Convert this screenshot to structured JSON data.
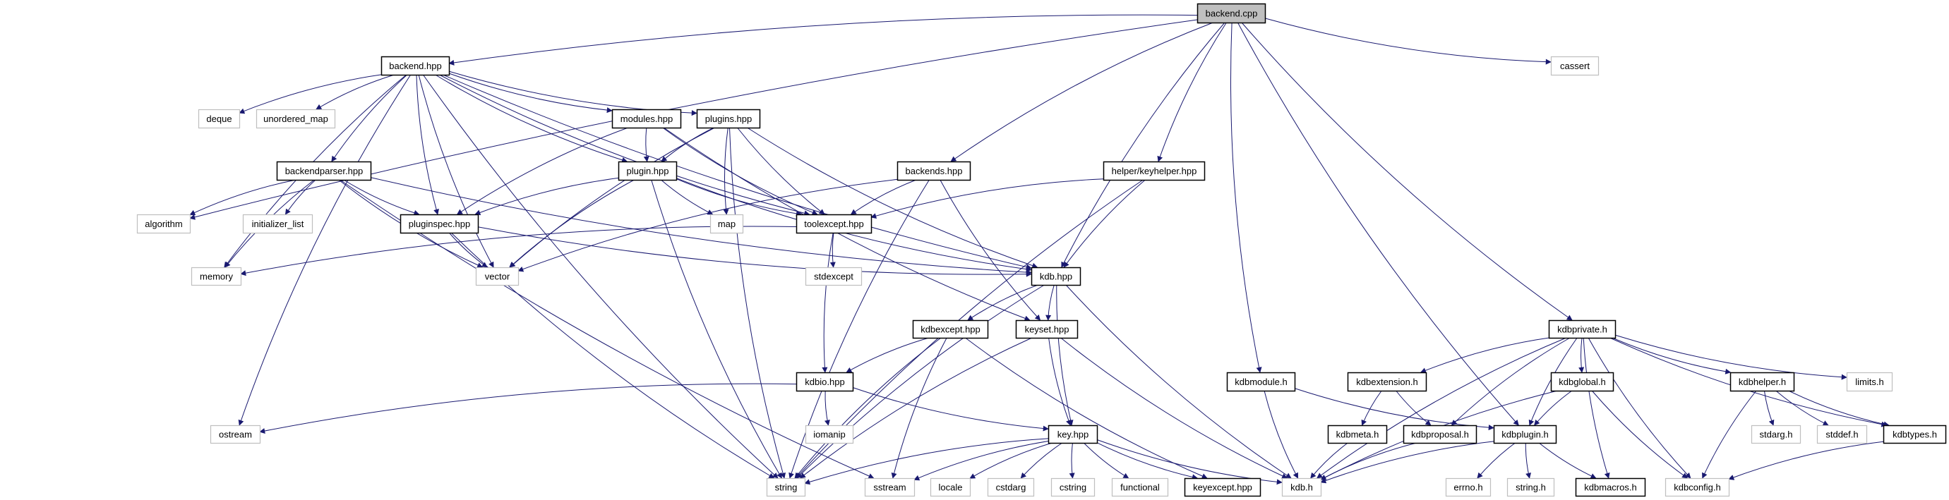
{
  "title": "backend.cpp include dependency graph",
  "colors": {
    "edge": "#191970",
    "root_fill": "#bfbfbf",
    "root_stroke": "#000000",
    "documented_stroke": "#000000",
    "undocumented_stroke": "#bfbfbf",
    "node_fill": "#ffffff",
    "text": "#000000"
  },
  "nodes": [
    {
      "id": "backend_cpp",
      "label": "backend.cpp",
      "kind": "root"
    },
    {
      "id": "backend_hpp",
      "label": "backend.hpp",
      "kind": "documented"
    },
    {
      "id": "cassert",
      "label": "cassert",
      "kind": "external"
    },
    {
      "id": "deque",
      "label": "deque",
      "kind": "external"
    },
    {
      "id": "unordered_map",
      "label": "unordered_map",
      "kind": "external"
    },
    {
      "id": "modules_hpp",
      "label": "modules.hpp",
      "kind": "documented"
    },
    {
      "id": "plugins_hpp",
      "label": "plugins.hpp",
      "kind": "documented"
    },
    {
      "id": "backendparser_hpp",
      "label": "backendparser.hpp",
      "kind": "documented"
    },
    {
      "id": "plugin_hpp",
      "label": "plugin.hpp",
      "kind": "documented"
    },
    {
      "id": "backends_hpp",
      "label": "backends.hpp",
      "kind": "documented"
    },
    {
      "id": "keyhelper_hpp",
      "label": "helper/keyhelper.hpp",
      "kind": "documented"
    },
    {
      "id": "algorithm",
      "label": "algorithm",
      "kind": "external"
    },
    {
      "id": "initializer_list",
      "label": "initializer_list",
      "kind": "external"
    },
    {
      "id": "pluginspec_hpp",
      "label": "pluginspec.hpp",
      "kind": "documented"
    },
    {
      "id": "map",
      "label": "map",
      "kind": "external"
    },
    {
      "id": "toolexcept_hpp",
      "label": "toolexcept.hpp",
      "kind": "documented"
    },
    {
      "id": "memory",
      "label": "memory",
      "kind": "external"
    },
    {
      "id": "vector",
      "label": "vector",
      "kind": "external"
    },
    {
      "id": "stdexcept",
      "label": "stdexcept",
      "kind": "external"
    },
    {
      "id": "kdb_hpp",
      "label": "kdb.hpp",
      "kind": "documented"
    },
    {
      "id": "kdbexcept_hpp",
      "label": "kdbexcept.hpp",
      "kind": "documented"
    },
    {
      "id": "keyset_hpp",
      "label": "keyset.hpp",
      "kind": "documented"
    },
    {
      "id": "kdbprivate_h",
      "label": "kdbprivate.h",
      "kind": "documented"
    },
    {
      "id": "kdbio_hpp",
      "label": "kdbio.hpp",
      "kind": "documented"
    },
    {
      "id": "kdbmodule_h",
      "label": "kdbmodule.h",
      "kind": "documented"
    },
    {
      "id": "kdbextension_h",
      "label": "kdbextension.h",
      "kind": "documented"
    },
    {
      "id": "kdbglobal_h",
      "label": "kdbglobal.h",
      "kind": "documented"
    },
    {
      "id": "kdbhelper_h",
      "label": "kdbhelper.h",
      "kind": "documented"
    },
    {
      "id": "limits_h",
      "label": "limits.h",
      "kind": "external"
    },
    {
      "id": "ostream",
      "label": "ostream",
      "kind": "external"
    },
    {
      "id": "iomanip",
      "label": "iomanip",
      "kind": "external"
    },
    {
      "id": "key_hpp",
      "label": "key.hpp",
      "kind": "documented"
    },
    {
      "id": "kdbmeta_h",
      "label": "kdbmeta.h",
      "kind": "documented"
    },
    {
      "id": "kdbproposal_h",
      "label": "kdbproposal.h",
      "kind": "documented"
    },
    {
      "id": "kdbplugin_h",
      "label": "kdbplugin.h",
      "kind": "documented"
    },
    {
      "id": "stdarg_h",
      "label": "stdarg.h",
      "kind": "external"
    },
    {
      "id": "stddef_h",
      "label": "stddef.h",
      "kind": "external"
    },
    {
      "id": "kdbtypes_h",
      "label": "kdbtypes.h",
      "kind": "documented"
    },
    {
      "id": "string",
      "label": "string",
      "kind": "external"
    },
    {
      "id": "sstream",
      "label": "sstream",
      "kind": "external"
    },
    {
      "id": "locale",
      "label": "locale",
      "kind": "external"
    },
    {
      "id": "cstdarg",
      "label": "cstdarg",
      "kind": "external"
    },
    {
      "id": "cstring",
      "label": "cstring",
      "kind": "external"
    },
    {
      "id": "functional",
      "label": "functional",
      "kind": "external"
    },
    {
      "id": "keyexcept_hpp",
      "label": "keyexcept.hpp",
      "kind": "documented"
    },
    {
      "id": "kdb_h",
      "label": "kdb.h",
      "kind": "external"
    },
    {
      "id": "errno_h",
      "label": "errno.h",
      "kind": "external"
    },
    {
      "id": "string_h",
      "label": "string.h",
      "kind": "external"
    },
    {
      "id": "kdbmacros_h",
      "label": "kdbmacros.h",
      "kind": "documented"
    },
    {
      "id": "kdbconfig_h",
      "label": "kdbconfig.h",
      "kind": "external"
    }
  ],
  "edges": [
    [
      "backend_cpp",
      "backend_hpp"
    ],
    [
      "backend_cpp",
      "cassert"
    ],
    [
      "backend_cpp",
      "algorithm"
    ],
    [
      "backend_cpp",
      "backends_hpp"
    ],
    [
      "backend_cpp",
      "keyhelper_hpp"
    ],
    [
      "backend_cpp",
      "kdb_hpp"
    ],
    [
      "backend_cpp",
      "kdbmodule_h"
    ],
    [
      "backend_cpp",
      "kdbplugin_h"
    ],
    [
      "backend_cpp",
      "kdbprivate_h"
    ],
    [
      "backend_hpp",
      "deque"
    ],
    [
      "backend_hpp",
      "unordered_map"
    ],
    [
      "backend_hpp",
      "modules_hpp"
    ],
    [
      "backend_hpp",
      "plugins_hpp"
    ],
    [
      "backend_hpp",
      "backendparser_hpp"
    ],
    [
      "backend_hpp",
      "plugin_hpp"
    ],
    [
      "backend_hpp",
      "pluginspec_hpp"
    ],
    [
      "backend_hpp",
      "toolexcept_hpp"
    ],
    [
      "backend_hpp",
      "kdb_hpp"
    ],
    [
      "backend_hpp",
      "memory"
    ],
    [
      "backend_hpp",
      "vector"
    ],
    [
      "backend_hpp",
      "ostream"
    ],
    [
      "backend_hpp",
      "string"
    ],
    [
      "backendparser_hpp",
      "algorithm"
    ],
    [
      "backendparser_hpp",
      "initializer_list"
    ],
    [
      "backendparser_hpp",
      "pluginspec_hpp"
    ],
    [
      "backendparser_hpp",
      "memory"
    ],
    [
      "backendparser_hpp",
      "vector"
    ],
    [
      "backendparser_hpp",
      "kdb_hpp"
    ],
    [
      "backendparser_hpp",
      "sstream"
    ],
    [
      "modules_hpp",
      "plugin_hpp"
    ],
    [
      "modules_hpp",
      "pluginspec_hpp"
    ],
    [
      "modules_hpp",
      "toolexcept_hpp"
    ],
    [
      "modules_hpp",
      "keyset_hpp"
    ],
    [
      "plugins_hpp",
      "plugin_hpp"
    ],
    [
      "plugins_hpp",
      "map"
    ],
    [
      "plugins_hpp",
      "toolexcept_hpp"
    ],
    [
      "plugins_hpp",
      "vector"
    ],
    [
      "plugins_hpp",
      "string"
    ],
    [
      "plugins_hpp",
      "kdb_hpp"
    ],
    [
      "plugin_hpp",
      "pluginspec_hpp"
    ],
    [
      "plugin_hpp",
      "map"
    ],
    [
      "plugin_hpp",
      "toolexcept_hpp"
    ],
    [
      "plugin_hpp",
      "vector"
    ],
    [
      "plugin_hpp",
      "string"
    ],
    [
      "plugin_hpp",
      "kdb_hpp"
    ],
    [
      "pluginspec_hpp",
      "vector"
    ],
    [
      "pluginspec_hpp",
      "string"
    ],
    [
      "pluginspec_hpp",
      "kdb_hpp"
    ],
    [
      "backends_hpp",
      "toolexcept_hpp"
    ],
    [
      "backends_hpp",
      "vector"
    ],
    [
      "backends_hpp",
      "string"
    ],
    [
      "backends_hpp",
      "keyset_hpp"
    ],
    [
      "keyhelper_hpp",
      "toolexcept_hpp"
    ],
    [
      "keyhelper_hpp",
      "kdb_hpp"
    ],
    [
      "keyhelper_hpp",
      "string"
    ],
    [
      "toolexcept_hpp",
      "memory"
    ],
    [
      "toolexcept_hpp",
      "stdexcept"
    ],
    [
      "toolexcept_hpp",
      "kdbio_hpp"
    ],
    [
      "kdb_hpp",
      "kdbexcept_hpp"
    ],
    [
      "kdb_hpp",
      "keyset_hpp"
    ],
    [
      "kdb_hpp",
      "key_hpp"
    ],
    [
      "kdb_hpp",
      "string"
    ],
    [
      "kdb_hpp",
      "kdb_h"
    ],
    [
      "kdbexcept_hpp",
      "kdbio_hpp"
    ],
    [
      "kdbexcept_hpp",
      "string"
    ],
    [
      "kdbexcept_hpp",
      "sstream"
    ],
    [
      "kdbexcept_hpp",
      "keyexcept_hpp"
    ],
    [
      "keyset_hpp",
      "key_hpp"
    ],
    [
      "keyset_hpp",
      "string"
    ],
    [
      "keyset_hpp",
      "kdb_h"
    ],
    [
      "kdbio_hpp",
      "ostream"
    ],
    [
      "kdbio_hpp",
      "iomanip"
    ],
    [
      "kdbio_hpp",
      "key_hpp"
    ],
    [
      "key_hpp",
      "string"
    ],
    [
      "key_hpp",
      "sstream"
    ],
    [
      "key_hpp",
      "locale"
    ],
    [
      "key_hpp",
      "cstdarg"
    ],
    [
      "key_hpp",
      "cstring"
    ],
    [
      "key_hpp",
      "functional"
    ],
    [
      "key_hpp",
      "keyexcept_hpp"
    ],
    [
      "key_hpp",
      "kdb_h"
    ],
    [
      "kdbmodule_h",
      "kdb_h"
    ],
    [
      "kdbmodule_h",
      "kdbplugin_h"
    ],
    [
      "kdbextension_h",
      "kdbmeta_h"
    ],
    [
      "kdbextension_h",
      "kdbproposal_h"
    ],
    [
      "kdbmeta_h",
      "kdb_h"
    ],
    [
      "kdbproposal_h",
      "kdb_h"
    ],
    [
      "kdbprivate_h",
      "kdb_h"
    ],
    [
      "kdbprivate_h",
      "kdbextension_h"
    ],
    [
      "kdbprivate_h",
      "kdbproposal_h"
    ],
    [
      "kdbprivate_h",
      "kdbplugin_h"
    ],
    [
      "kdbprivate_h",
      "kdbglobal_h"
    ],
    [
      "kdbprivate_h",
      "kdbmacros_h"
    ],
    [
      "kdbprivate_h",
      "kdbconfig_h"
    ],
    [
      "kdbprivate_h",
      "kdbhelper_h"
    ],
    [
      "kdbprivate_h",
      "limits_h"
    ],
    [
      "kdbprivate_h",
      "kdbtypes_h"
    ],
    [
      "kdbglobal_h",
      "kdbplugin_h"
    ],
    [
      "kdbglobal_h",
      "kdb_h"
    ],
    [
      "kdbglobal_h",
      "kdbconfig_h"
    ],
    [
      "kdbhelper_h",
      "kdbconfig_h"
    ],
    [
      "kdbhelper_h",
      "stdarg_h"
    ],
    [
      "kdbhelper_h",
      "stddef_h"
    ],
    [
      "kdbhelper_h",
      "kdbtypes_h"
    ],
    [
      "kdbplugin_h",
      "kdb_h"
    ],
    [
      "kdbplugin_h",
      "errno_h"
    ],
    [
      "kdbplugin_h",
      "string_h"
    ],
    [
      "kdbplugin_h",
      "kdbmacros_h"
    ],
    [
      "kdbtypes_h",
      "kdbconfig_h"
    ]
  ]
}
